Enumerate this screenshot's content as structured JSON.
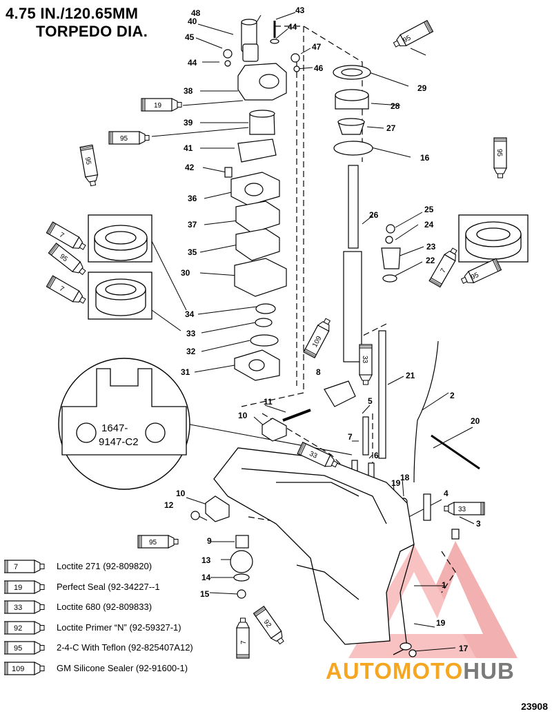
{
  "title": {
    "line1": "4.75 IN./120.65MM",
    "line2": "TORPEDO DIA."
  },
  "figure_id": "23908",
  "casting_number": {
    "line1": "1647-",
    "line2": "9147-C2"
  },
  "part_labels": [
    "1",
    "2",
    "3",
    "4",
    "5",
    "6",
    "7",
    "8",
    "9",
    "10",
    "10",
    "11",
    "12",
    "13",
    "14",
    "15",
    "16",
    "17",
    "18",
    "19",
    "19",
    "20",
    "21",
    "22",
    "23",
    "24",
    "25",
    "26",
    "27",
    "28",
    "29",
    "30",
    "31",
    "32",
    "33",
    "34",
    "35",
    "36",
    "37",
    "38",
    "39",
    "40",
    "41",
    "42",
    "43",
    "44",
    "44",
    "45",
    "46",
    "47",
    "48"
  ],
  "tube_labels": [
    "95",
    "19",
    "95",
    "95",
    "7",
    "95",
    "7",
    "95",
    "95",
    "7",
    "109",
    "33",
    "33",
    "33",
    "95",
    "7",
    "92"
  ],
  "legend": [
    {
      "code": "7",
      "text": "Loctite 271 (92-809820)"
    },
    {
      "code": "19",
      "text": "Perfect Seal (92-34227--1"
    },
    {
      "code": "33",
      "text": "Loctite 680 (92-809833)"
    },
    {
      "code": "92",
      "text": "Loctite Primer “N” (92-59327-1)"
    },
    {
      "code": "95",
      "text": "2-4-C  With Teflon (92-825407A12)"
    },
    {
      "code": "109",
      "text": "GM Silicone Sealer (92-91600-1)"
    }
  ],
  "watermark": {
    "part1": "AUTOMOTO",
    "part2": "HUB",
    "color_primary": "#f5a623",
    "color_secondary": "#7a7a7a",
    "logo_color": "#e8474c"
  }
}
